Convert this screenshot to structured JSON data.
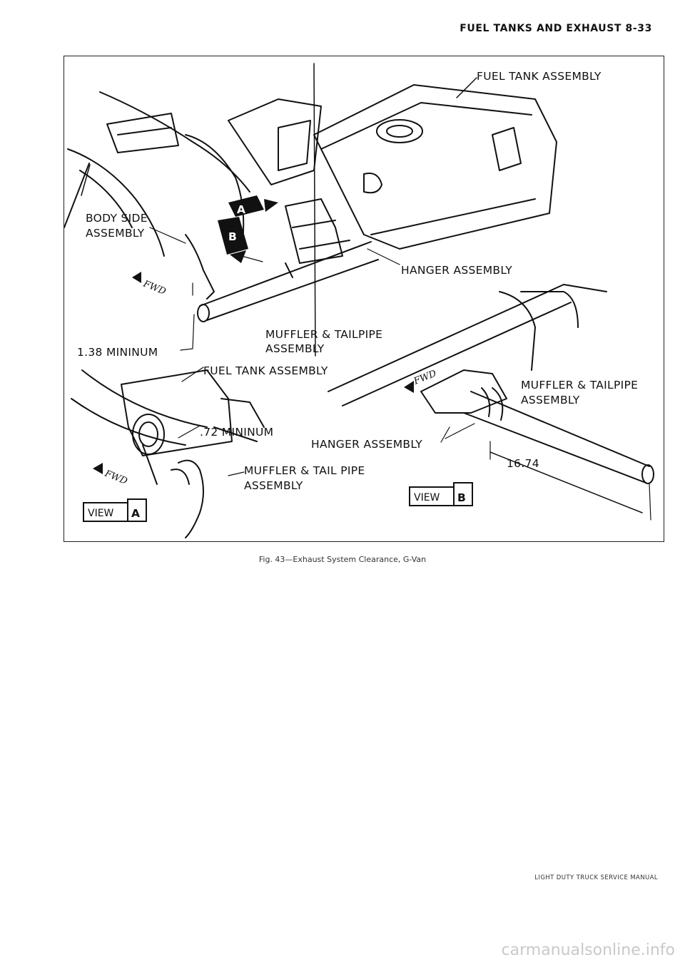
{
  "header": {
    "title": "FUEL TANKS AND EXHAUST 8-33"
  },
  "figure": {
    "labels": {
      "fuel_tank_top": "FUEL TANK ASSEMBLY",
      "body_side_1": "BODY SIDE",
      "body_side_2": "ASSEMBLY",
      "hanger_top": "HANGER ASSEMBLY",
      "muffler_top_1": "MUFFLER & TAILPIPE",
      "muffler_top_2": "ASSEMBLY",
      "min_138": "1.38 MININUM",
      "fuel_tank_mid": "FUEL TANK ASSEMBLY",
      "muffler_right_1": "MUFFLER & TAILPIPE",
      "muffler_right_2": "ASSEMBLY",
      "min_72": ".72 MININUM",
      "hanger_mid": "HANGER ASSEMBLY",
      "dim_1674": "16.74",
      "muffler_bottom_1": "MUFFLER & TAIL PIPE",
      "muffler_bottom_2": "ASSEMBLY",
      "view_word": "VIEW",
      "view_a_letter": "A",
      "view_b_letter": "B",
      "callout_a": "A",
      "callout_b": "B",
      "fwd": "FWD"
    }
  },
  "caption": "Fig. 43—Exhaust System Clearance, G-Van",
  "footer": "LIGHT DUTY TRUCK SERVICE MANUAL",
  "watermark": "carmanualsonline.info"
}
